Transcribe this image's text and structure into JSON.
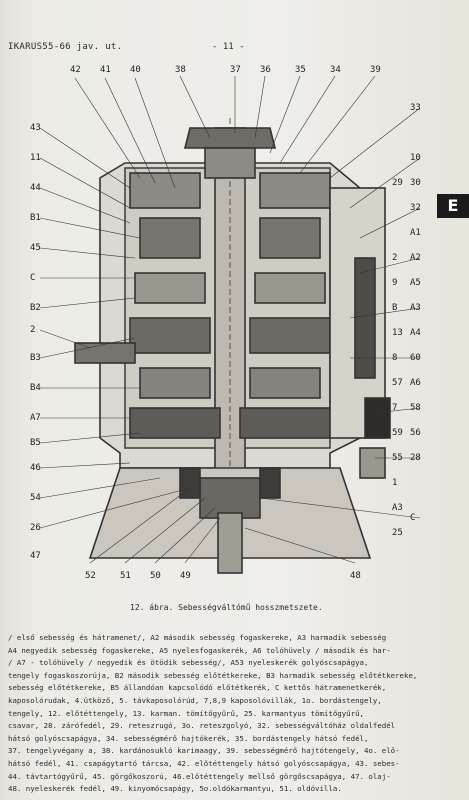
{
  "header": {
    "doc_ref": "IKARUS55-66 jav. ut.",
    "page_number": "- 11 -"
  },
  "side_tab": {
    "letter": "E"
  },
  "figure": {
    "top_callouts": [
      "42",
      "41",
      "40",
      "38",
      "37",
      "36",
      "35",
      "34",
      "39"
    ],
    "left_callouts": [
      "43",
      "11",
      "44",
      "B1",
      "45",
      "C",
      "B2",
      "2",
      "B3",
      "B4",
      "A7",
      "B5",
      "46",
      "54",
      "26",
      "47"
    ],
    "right_callouts": [
      "33",
      "10",
      "30",
      "32",
      "A1",
      "A2",
      "A5",
      "A3",
      "A4",
      "60",
      "A6",
      "58",
      "56",
      "28",
      "C"
    ],
    "right_callouts_2": [
      "29",
      "2",
      "9",
      "B",
      "13",
      "8",
      "57",
      "7",
      "59",
      "55",
      "1",
      "A3",
      "25"
    ],
    "bottom_callouts": [
      "52",
      "51",
      "50",
      "49",
      "48"
    ],
    "caption": "12. ábra. Sebességváltómű hosszmetszete."
  },
  "legend_lines": [
    "                  / első sebesség és hátramenet/, A2 második sebesség fogaskereke, A3 harmadik sebesség",
    "                  A4 negyedik sebesség fogaskereke, A5 nyelesfogaskerék, A6 tolóhüvely / második és har-",
    "                  / A7 - tolóhüvely / negyedik és ötödik sebesség/, A53 nyeleskerék golyóscsapágya,",
    "                  tengely fogaskoszorúja, B2 második sebesség előtétkereke, B3 harmadik sebesség előtétkereke,",
    "                  sebesség előtétkereke, B5 állandóan kapcsolódó előtétkerék, C kettős hátramenetkerék,",
    "                  kaposolórudak, 4.ütköző, 5. távkaposolórúd, 7,8,9 kaposolóvillák, 1o. bordástengely,",
    "                  tengely, 12. előtéttengely, 13. karman. tömítőgyűrű, 25. karmantyus tömítőgyűrű,",
    "                  csavar, 28. zárófedél, 29. reteszrugó, 3o. reteszgolyó, 32. sebességváltóház oldalfedél",
    "                  hátsó golyóscsapágya, 34. sebességmérő hajtókerék, 35. bordástengely hátsó fedél,",
    "                  37. tengelyvégany a, 38. kardánosukló karimaagy, 39. sebességmérő hajtótengely, 4o. elő-",
    "                  hátsó fedél, 41. csapágytartó tárcsa, 42. előtéttengely hátsó golyóscsapágya, 43. sebes-",
    "                  44. távtartógyűrű, 45. görgőkoszorú, 46.előtéttengely mellső görgőscsapágya, 47. olaj-",
    "                  48. nyeleskerék fedél, 49. kinyomócsapágy, 5o.oldókarmantyu, 51. oldóvilla."
  ]
}
